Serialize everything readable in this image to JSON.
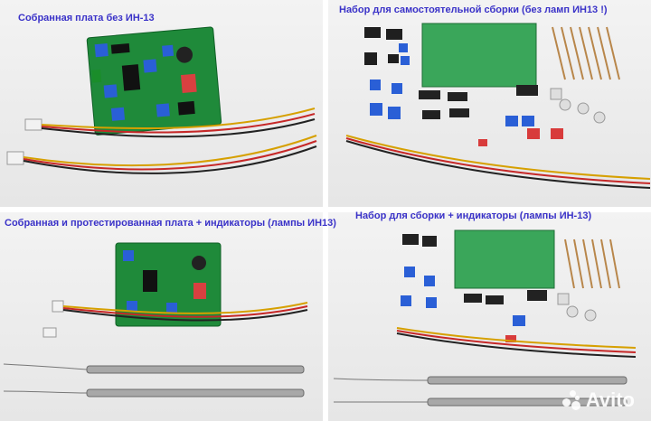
{
  "panels": [
    {
      "caption": "Собранная плата без ИН-13"
    },
    {
      "caption": "Набор для самостоятельной сборки (без ламп ИН13 !)"
    },
    {
      "caption": "Собранная и протестированная плата + индикаторы (лампы ИН13)"
    },
    {
      "caption": "Набор для  сборки + индикаторы (лампы ИН-13)"
    }
  ],
  "watermark": {
    "text": "Avito",
    "icon": "avito-dots-logo"
  },
  "colors": {
    "caption": "#3a32c8",
    "pcb": "#1f8a3a",
    "background": "#ececec"
  }
}
